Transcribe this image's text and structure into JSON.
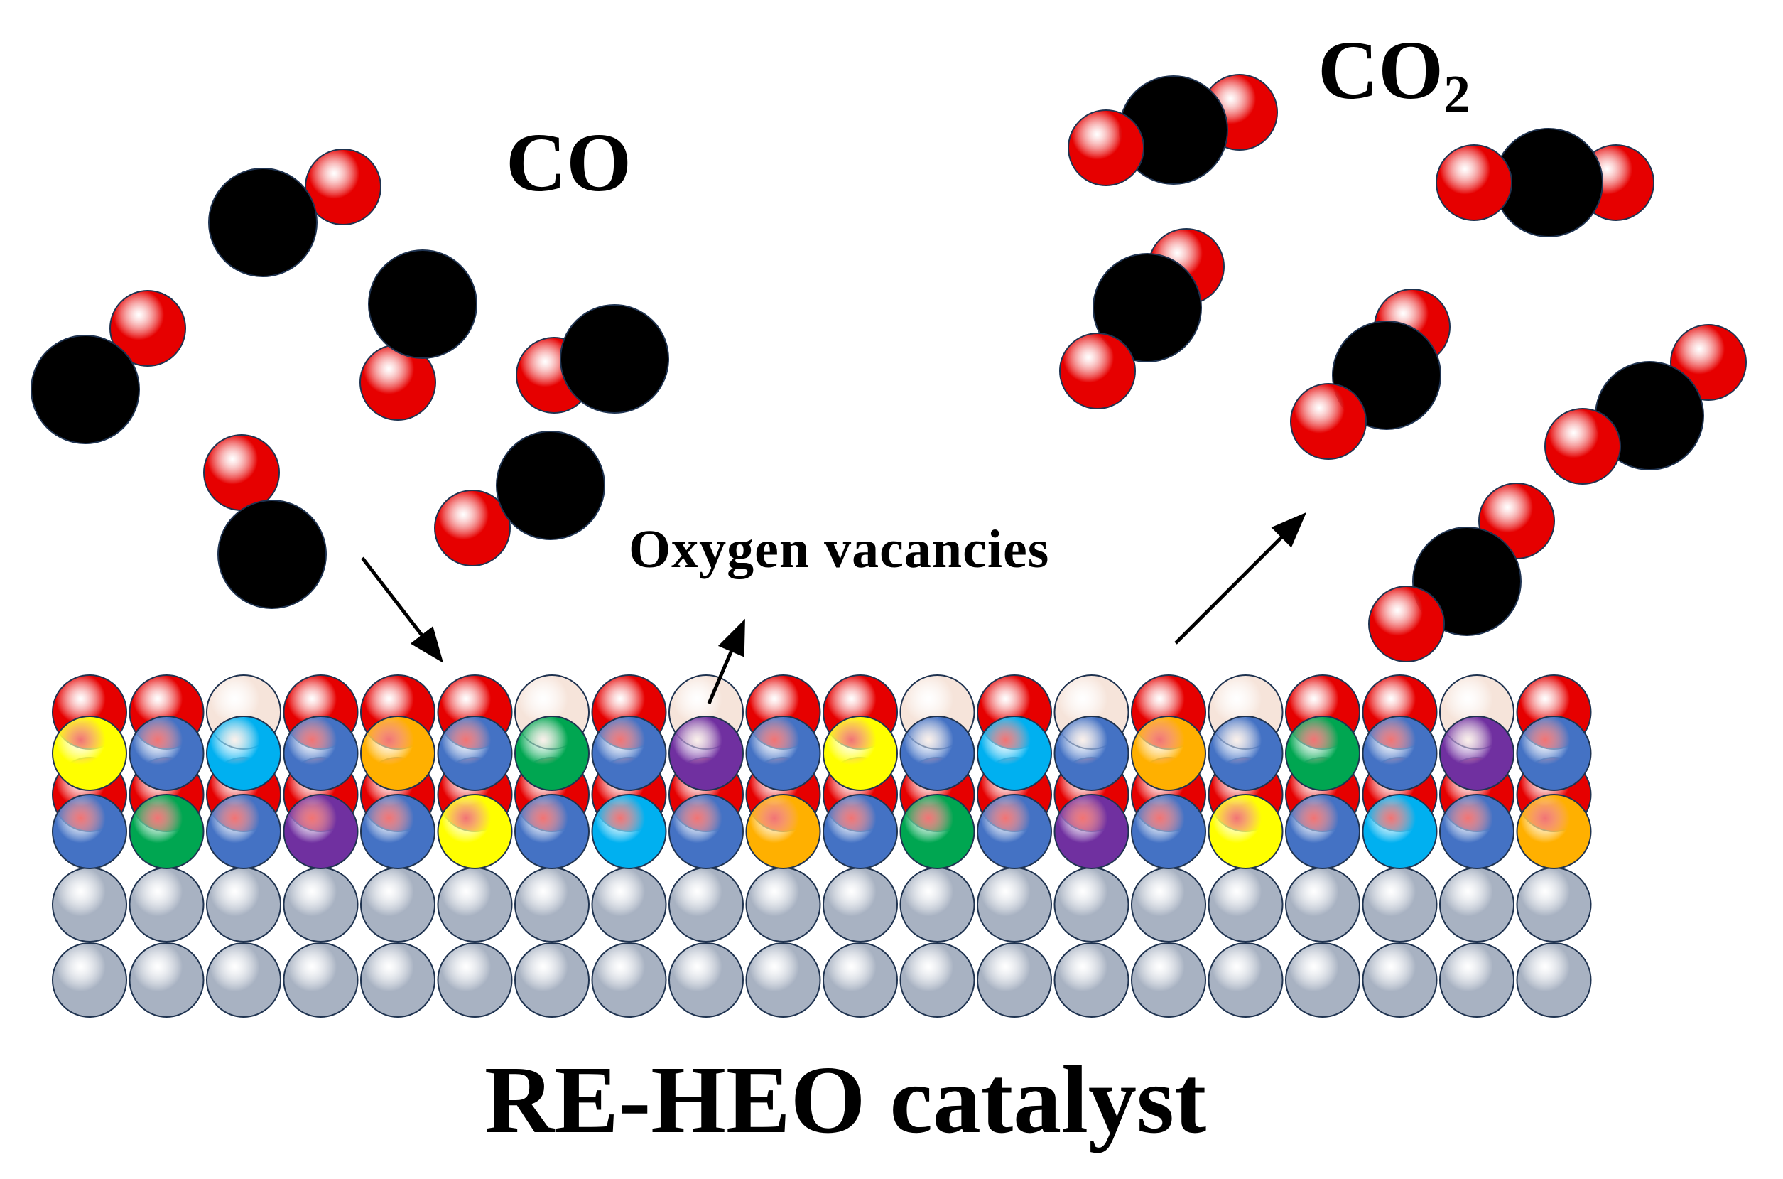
{
  "labels": {
    "co": "CO",
    "co2_main": "CO",
    "co2_sub": "2",
    "vacancies": "Oxygen vacancies",
    "catalyst": "RE-HEO catalyst"
  },
  "colors": {
    "oxygen": "#e60000",
    "carbon": "#000000",
    "vacancy": "#f6e4da",
    "host_metal": "#4472c4",
    "support": "#a8b2c2",
    "dopant_yellow": "#ffff00",
    "dopant_cyan": "#00b0f0",
    "dopant_orange": "#ffb000",
    "dopant_green": "#00a651",
    "dopant_purple": "#7030a0"
  },
  "lattice": {
    "top_oxygen_row": [
      "O",
      "O",
      "V",
      "O",
      "O",
      "O",
      "V",
      "O",
      "V",
      "O",
      "O",
      "V",
      "O",
      "V",
      "O",
      "V",
      "O",
      "O",
      "V",
      "O"
    ],
    "metal_row_1": [
      "yellow",
      "blue",
      "cyan",
      "blue",
      "orange",
      "blue",
      "green",
      "blue",
      "purple",
      "blue",
      "yellow",
      "blue",
      "cyan",
      "blue",
      "orange",
      "blue",
      "green",
      "blue",
      "purple",
      "blue"
    ],
    "metal_row_2": [
      "blue",
      "green",
      "blue",
      "purple",
      "blue",
      "yellow",
      "blue",
      "cyan",
      "blue",
      "orange",
      "blue",
      "green",
      "blue",
      "purple",
      "blue",
      "yellow",
      "blue",
      "cyan",
      "blue",
      "orange"
    ],
    "support_rows": 2
  }
}
